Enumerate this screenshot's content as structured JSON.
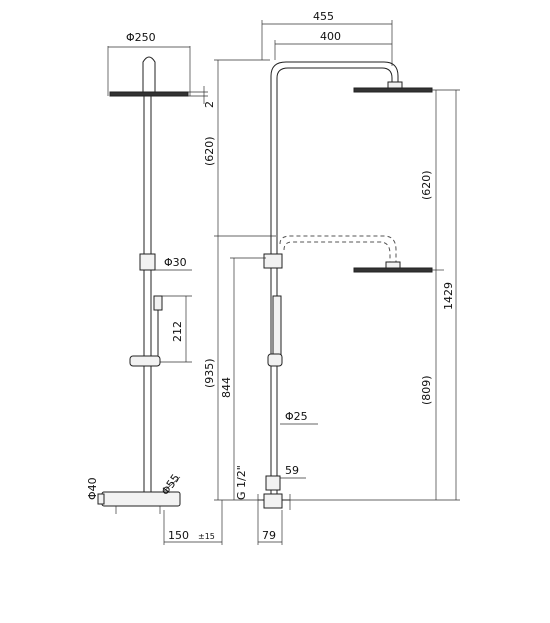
{
  "dimensions": {
    "head_diameter": "Φ250",
    "head_thickness": "2",
    "upper_height": "(620)",
    "upper_height_right": "(620)",
    "holder_diameter": "Φ30",
    "hand_shower_length": "212",
    "lower_height": "(935)",
    "slide_height": "844",
    "total_height": "1429",
    "lower_height_right": "(809)",
    "pipe_diameter": "Φ25",
    "thread": "G 1/2\"",
    "connection_height": "59",
    "mixer_diameter": "Φ40",
    "knob_diameter": "Φ55",
    "wall_offset": "150",
    "wall_offset_tolerance": "±15",
    "bottom_depth": "79",
    "arm_reach_outer": "455",
    "arm_reach_inner": "400"
  },
  "colors": {
    "line": "#222222",
    "background": "#ffffff"
  }
}
